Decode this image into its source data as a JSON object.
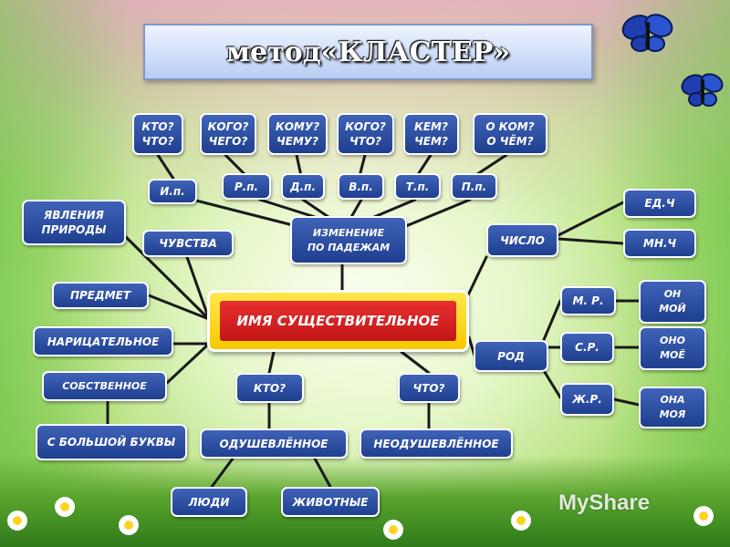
{
  "title": "метод«КЛАСТЕР»",
  "center": "ИМЯ СУЩЕСТВИТЕЛЬНОЕ",
  "questions": [
    {
      "id": "q1",
      "text": "КТО?\nЧТО?"
    },
    {
      "id": "q2",
      "text": "КОГО?\nЧЕГО?"
    },
    {
      "id": "q3",
      "text": "КОМУ?\nЧЕМУ?"
    },
    {
      "id": "q4",
      "text": "КОГО?\nЧТО?"
    },
    {
      "id": "q5",
      "text": "КЕМ?\nЧЕМ?"
    },
    {
      "id": "q6",
      "text": "О КОМ?\nО ЧЁМ?"
    }
  ],
  "cases": [
    "И.п.",
    "Р.п.",
    "Д.п.",
    "В.п.",
    "Т.п.",
    "П.п."
  ],
  "case_hub": "ИЗМЕНЕНИЕ\nПО ПАДЕЖАМ",
  "left_nodes": {
    "phenomena": "ЯВЛЕНИЯ\nПРИРОДЫ",
    "feelings": "ЧУВСТВА",
    "object": "ПРЕДМЕТ",
    "common": "НАРИЦАТЕЛЬНОЕ",
    "proper": "СОБСТВЕННОЕ",
    "capital": "С БОЛЬШОЙ БУКВЫ"
  },
  "number": {
    "hub": "ЧИСЛО",
    "singular": "ЕД.Ч",
    "plural": "МН.Ч"
  },
  "gender": {
    "hub": "РОД",
    "masc": "М. Р.",
    "neut": "С.Р.",
    "fem": "Ж.Р.",
    "masc_ex": "ОН\nМОЙ",
    "neut_ex": "ОНО\nМОЁ",
    "fem_ex": "ОНА\nМОЯ"
  },
  "animacy": {
    "who": "КТО?",
    "what": "ЧТО?",
    "animate": "ОДУШЕВЛЁННОЕ",
    "inanimate": "НЕОДУШЕВЛЁННОЕ",
    "people": "ЛЮДИ",
    "animals": "ЖИВОТНЫЕ"
  },
  "watermark": "MyShare"
}
